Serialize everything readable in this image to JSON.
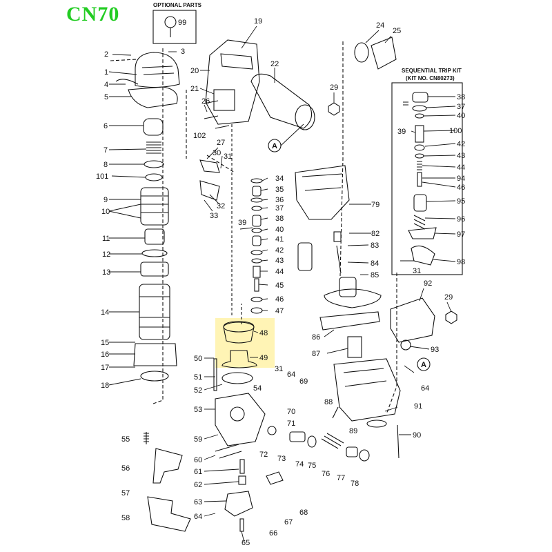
{
  "model": "CN70",
  "captions": {
    "optional_parts": "OPTIONAL PARTS",
    "kit_title_1": "SEQUENTIAL TRIP KIT",
    "kit_title_2": "(KIT NO. CN80273)"
  },
  "ref_marker": "A",
  "highlight_color": "#fff2a8",
  "model_color": "#22cc22",
  "parts": {
    "p1": "1",
    "p2": "2",
    "p3": "3",
    "p4": "4",
    "p5": "5",
    "p6": "6",
    "p7": "7",
    "p8": "8",
    "p9": "9",
    "p10": "10",
    "p11": "11",
    "p12": "12",
    "p13": "13",
    "p14": "14",
    "p15": "15",
    "p16": "16",
    "p17": "17",
    "p18": "18",
    "p19": "19",
    "p20": "20",
    "p21": "21",
    "p22": "22",
    "p24": "24",
    "p25": "25",
    "p26": "26",
    "p27": "27",
    "p29": "29",
    "p30": "30",
    "p31": "31",
    "p32": "32",
    "p33": "33",
    "p34": "34",
    "p35": "35",
    "p36": "36",
    "p37": "37",
    "p38": "38",
    "p39": "39",
    "p40": "40",
    "p41": "41",
    "p42": "42",
    "p43": "43",
    "p44": "44",
    "p45": "45",
    "p46": "46",
    "p47": "47",
    "p48": "48",
    "p49": "49",
    "p50": "50",
    "p51": "51",
    "p52": "52",
    "p53": "53",
    "p54": "54",
    "p55": "55",
    "p56": "56",
    "p57": "57",
    "p58": "58",
    "p59": "59",
    "p60": "60",
    "p61": "61",
    "p62": "62",
    "p63": "63",
    "p64": "64",
    "p65": "65",
    "p66": "66",
    "p67": "67",
    "p68": "68",
    "p69": "69",
    "p70": "70",
    "p71": "71",
    "p72": "72",
    "p73": "73",
    "p74": "74",
    "p75": "75",
    "p76": "76",
    "p77": "77",
    "p78": "78",
    "p79": "79",
    "p82": "82",
    "p83": "83",
    "p84": "84",
    "p85": "85",
    "p86": "86",
    "p87": "87",
    "p88": "88",
    "p89": "89",
    "p90": "90",
    "p91": "91",
    "p92": "92",
    "p93": "93",
    "p94": "94",
    "p95": "95",
    "p96": "96",
    "p97": "97",
    "p98": "98",
    "p99": "99",
    "p100": "100",
    "p101": "101",
    "p102": "102"
  }
}
